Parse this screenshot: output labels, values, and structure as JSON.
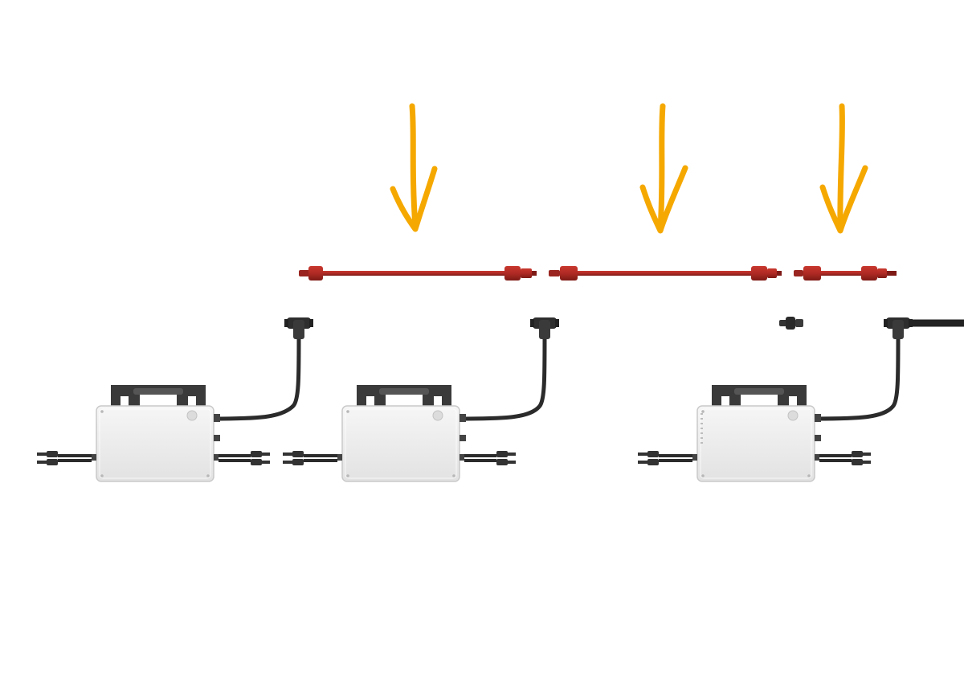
{
  "scene": {
    "arrow_count": 3,
    "extension_cable_count": 3,
    "inverter_count": 3,
    "icons": [
      "down-arrow-icon",
      "extension-cable",
      "microinverter",
      "end-cap",
      "ac-trunk-cable"
    ]
  },
  "colors": {
    "background": "#ffffff",
    "arrow": "#f5a800",
    "cable_red": "#b02a24",
    "cable_red_dark": "#7e1a16",
    "cable_black": "#2b2b2b",
    "connector": "#333333",
    "inverter_body": "#eeeeee",
    "inverter_edge": "#c9c9c9",
    "inverter_bracket": "#3a3a3a"
  }
}
